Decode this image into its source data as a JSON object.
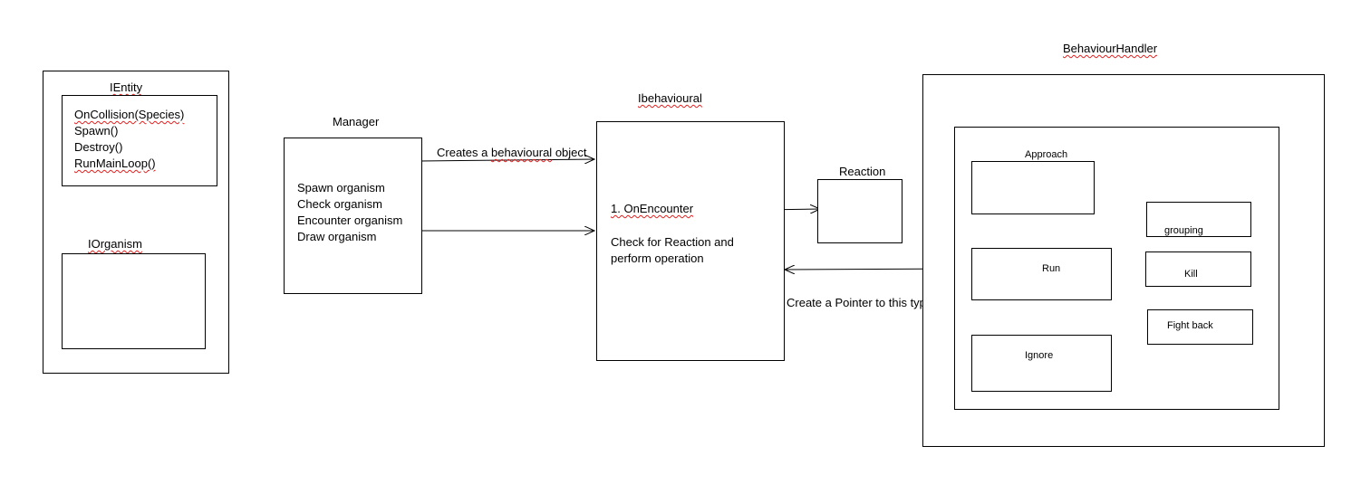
{
  "ientity": {
    "title": "IEntity",
    "methods": [
      "OnCollision(Species)",
      "Spawn()",
      "Destroy()",
      "RunMainLoop()"
    ]
  },
  "iorganism": {
    "title": "IOrganism"
  },
  "manager": {
    "title": "Manager",
    "items": [
      "Spawn organism",
      "Check organism",
      "Encounter organism",
      "Draw organism"
    ]
  },
  "ibehavioural": {
    "title": "Ibehavioural",
    "on_encounter": "1. OnEncounter",
    "check_lines": [
      "Check for Reaction and",
      "perform operation"
    ]
  },
  "reaction": {
    "title": "Reaction"
  },
  "behaviour_handler": {
    "title": "BehaviourHandler",
    "behaviours": {
      "approach": "Approach",
      "run": "Run",
      "ignore": "Ignore",
      "grouping": "grouping",
      "kill": "Kill",
      "fight_back": "Fight back"
    }
  },
  "edges": {
    "creates_behavioural": "Creates a behavioural object",
    "create_pointer": "Create a Pointer to this type"
  }
}
